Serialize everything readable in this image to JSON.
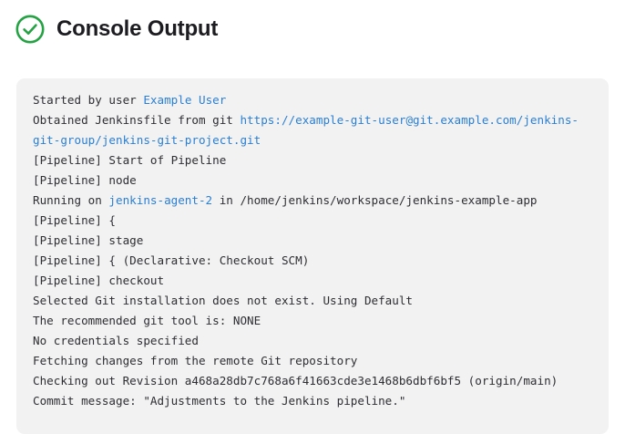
{
  "header": {
    "status_icon": "check-circle-icon",
    "status_color": "#25a244",
    "title": "Console Output"
  },
  "colors": {
    "panel_background": "#f2f2f3",
    "page_background": "#ffffff",
    "text": "#2e2e33",
    "muted_text": "#9d9da1",
    "link": "#2a7fd4",
    "success_green": "#25a244",
    "title_text": "#1d1d21"
  },
  "console": {
    "lines": [
      {
        "muted": false,
        "parts": [
          {
            "type": "plain",
            "text": "Started by user "
          },
          {
            "type": "link",
            "text": "Example User"
          }
        ]
      },
      {
        "muted": false,
        "parts": [
          {
            "type": "plain",
            "text": "Obtained Jenkinsfile from git "
          },
          {
            "type": "link",
            "text": "https://example-git-user@git.example.com/jenkins-git-group/jenkins-git-project.git"
          }
        ]
      },
      {
        "muted": true,
        "parts": [
          {
            "type": "plain",
            "text": "[Pipeline] Start of Pipeline"
          }
        ]
      },
      {
        "muted": true,
        "parts": [
          {
            "type": "plain",
            "text": "[Pipeline] node"
          }
        ]
      },
      {
        "muted": false,
        "parts": [
          {
            "type": "plain",
            "text": "Running on "
          },
          {
            "type": "link",
            "text": "jenkins-agent-2"
          },
          {
            "type": "plain",
            "text": " in /home/jenkins/workspace/jenkins-example-app"
          }
        ]
      },
      {
        "muted": true,
        "parts": [
          {
            "type": "plain",
            "text": "[Pipeline] {"
          }
        ]
      },
      {
        "muted": true,
        "parts": [
          {
            "type": "plain",
            "text": "[Pipeline] stage"
          }
        ]
      },
      {
        "muted": true,
        "parts": [
          {
            "type": "plain",
            "text": "[Pipeline] { (Declarative: Checkout SCM)"
          }
        ]
      },
      {
        "muted": true,
        "parts": [
          {
            "type": "plain",
            "text": "[Pipeline] checkout"
          }
        ]
      },
      {
        "muted": false,
        "parts": [
          {
            "type": "plain",
            "text": "Selected Git installation does not exist. Using Default"
          }
        ]
      },
      {
        "muted": false,
        "parts": [
          {
            "type": "plain",
            "text": "The recommended git tool is: NONE"
          }
        ]
      },
      {
        "muted": false,
        "parts": [
          {
            "type": "plain",
            "text": "No credentials specified"
          }
        ]
      },
      {
        "muted": false,
        "parts": [
          {
            "type": "plain",
            "text": "Fetching changes from the remote Git repository"
          }
        ]
      },
      {
        "muted": false,
        "parts": [
          {
            "type": "plain",
            "text": "Checking out Revision a468a28db7c768a6f41663cde3e1468b6dbf6bf5 (origin/main)"
          }
        ]
      },
      {
        "muted": false,
        "parts": [
          {
            "type": "plain",
            "text": "Commit message: \"Adjustments to the Jenkins pipeline.\""
          }
        ]
      }
    ]
  }
}
